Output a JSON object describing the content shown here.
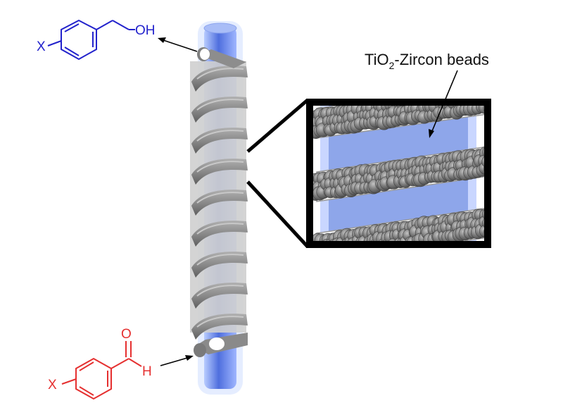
{
  "top_molecule": {
    "substituent": "X",
    "group": "OH",
    "color": "#2222cc"
  },
  "bottom_molecule": {
    "substituent": "X",
    "carbonyl_o": "O",
    "aldehyde_h": "H",
    "color": "#e53030"
  },
  "inset_label": {
    "prefix": "TiO",
    "subscript": "2",
    "suffix": "-Zircon beads"
  },
  "colors": {
    "lamp_blue": "#5b7fe0",
    "lamp_glow": "#cfe0ff",
    "coil_gray": "#8a8a8a",
    "jacket_gray": "#cfcfcf",
    "bead_gray": "#6e6e6e",
    "frame": "#000000"
  }
}
